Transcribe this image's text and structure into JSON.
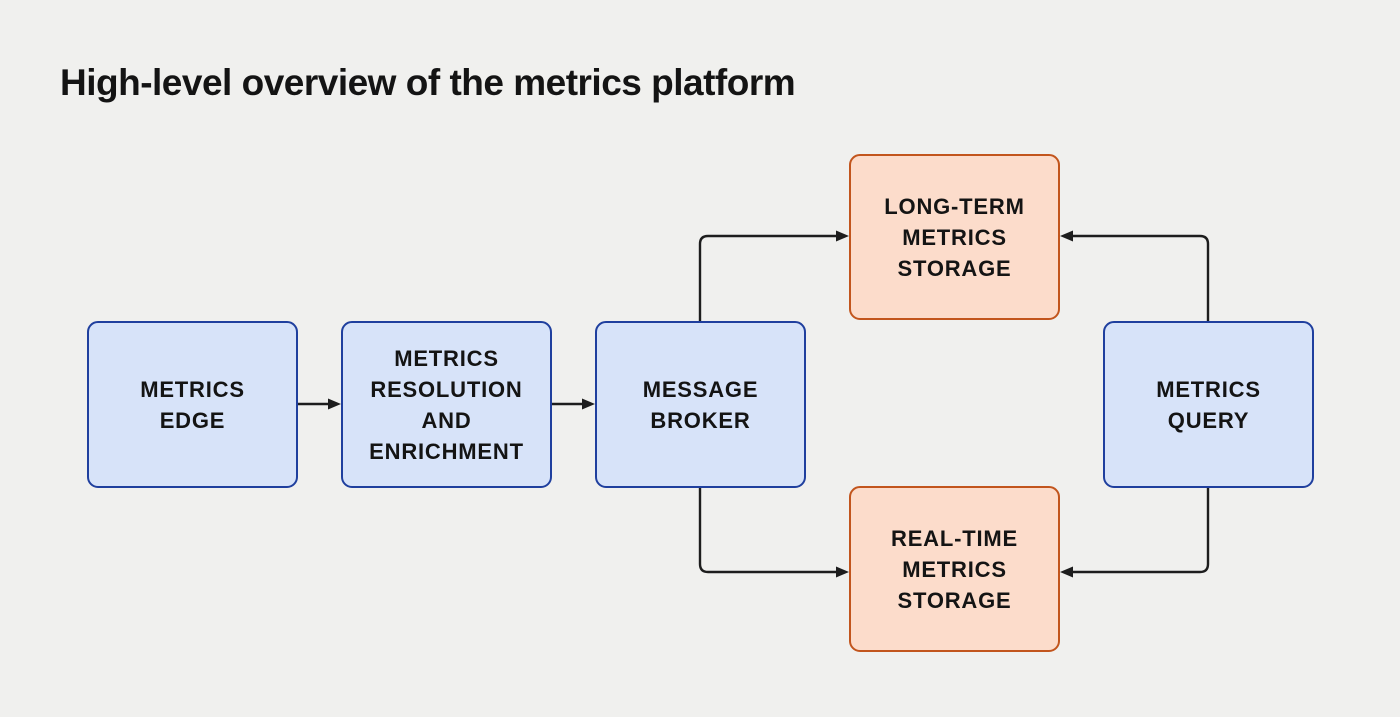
{
  "title": "High-level overview of the metrics platform",
  "colors": {
    "background": "#f0f0ee",
    "blue_fill": "#d7e3f9",
    "blue_border": "#1f3f9e",
    "orange_fill": "#fcdccb",
    "orange_border": "#c2551d",
    "line": "#1d1d1d",
    "text": "#141414"
  },
  "nodes": {
    "metrics_edge": {
      "label": "METRICS\nEDGE",
      "type": "blue"
    },
    "metrics_resolution": {
      "label": "METRICS\nRESOLUTION\nAND\nENRICHMENT",
      "type": "blue"
    },
    "message_broker": {
      "label": "MESSAGE\nBROKER",
      "type": "blue"
    },
    "long_term_storage": {
      "label": "LONG-TERM\nMETRICS\nSTORAGE",
      "type": "orange"
    },
    "real_time_storage": {
      "label": "REAL-TIME\nMETRICS\nSTORAGE",
      "type": "orange"
    },
    "metrics_query": {
      "label": "METRICS\nQUERY",
      "type": "blue"
    }
  },
  "edges": [
    {
      "from": "metrics_edge",
      "to": "metrics_resolution"
    },
    {
      "from": "metrics_resolution",
      "to": "message_broker"
    },
    {
      "from": "message_broker",
      "to": "long_term_storage"
    },
    {
      "from": "message_broker",
      "to": "real_time_storage"
    },
    {
      "from": "metrics_query",
      "to": "long_term_storage"
    },
    {
      "from": "metrics_query",
      "to": "real_time_storage"
    }
  ]
}
